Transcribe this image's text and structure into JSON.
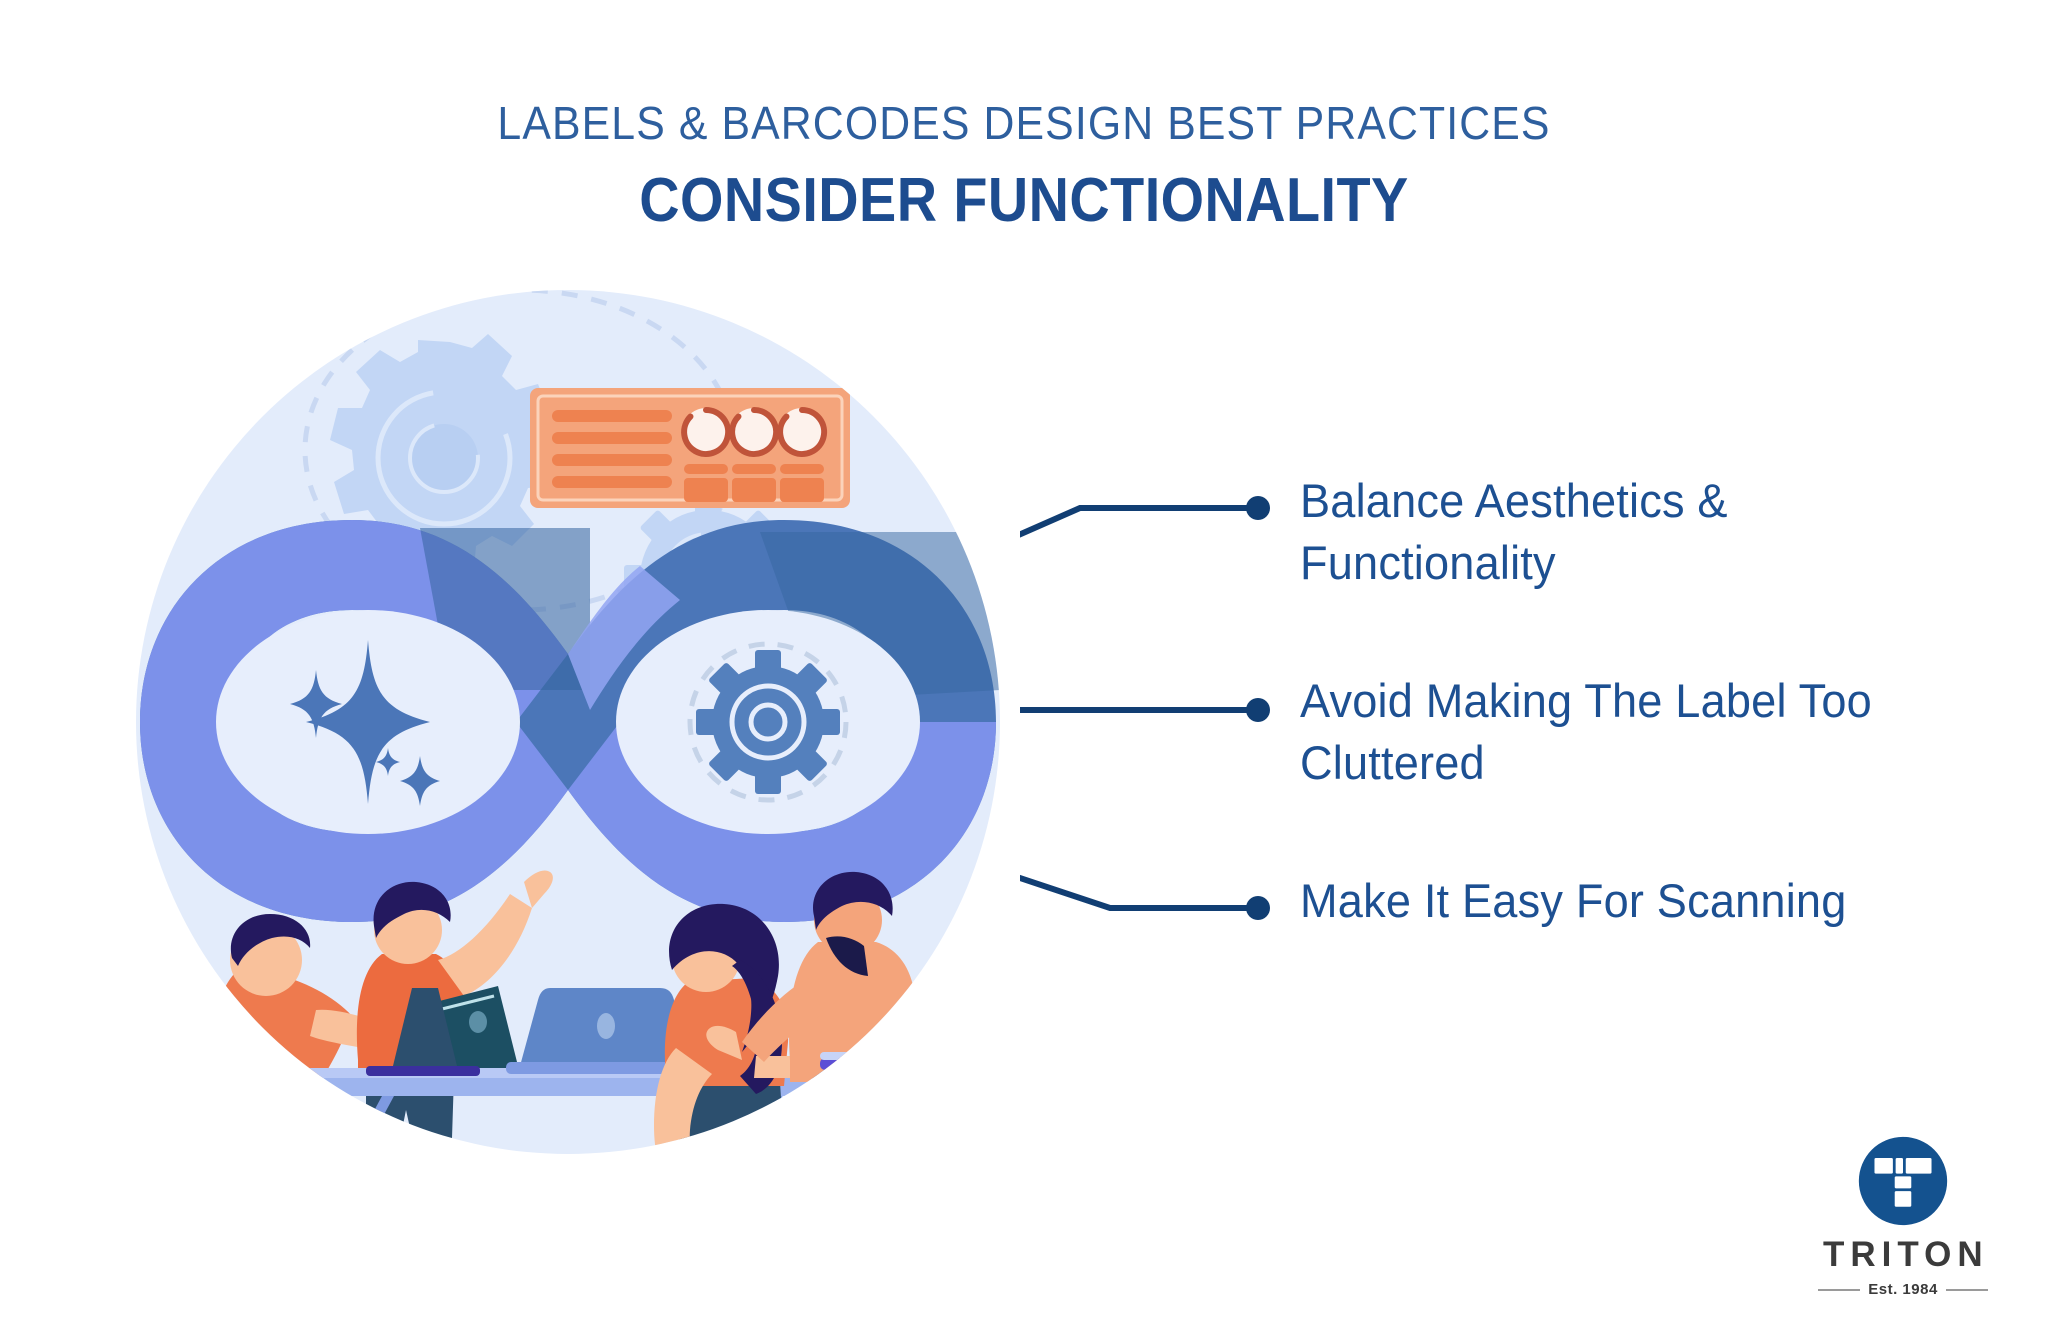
{
  "header": {
    "eyebrow": "LABELS & BARCODES DESIGN BEST PRACTICES",
    "headline": "CONSIDER FUNCTIONALITY"
  },
  "bullets": [
    {
      "id": "balance-aesthetics-functionality",
      "text": "Balance Aesthetics & Functionality"
    },
    {
      "id": "avoid-cluttered-label",
      "text": "Avoid Making The Label Too Cluttered"
    },
    {
      "id": "easy-for-scanning",
      "text": "Make It Easy For Scanning"
    }
  ],
  "logo": {
    "wordmark": "TRITON",
    "established": "Est. 1984",
    "mark_name": "triton-t-monogram"
  },
  "illustration": {
    "name": "team-collaboration-infinity-loop-illustration",
    "elements": [
      "background-circle",
      "large-gear",
      "small-gear",
      "dashed-orbit",
      "orange-dashboard-panel",
      "infinity-loop",
      "sparkle-stars",
      "blue-gear",
      "desk",
      "laptop-left",
      "laptop-right",
      "person-seated-left",
      "person-standing-orange-shirt",
      "person-seated-woman",
      "person-standing-right"
    ]
  },
  "colors": {
    "brand_blue": "#1d4c8f",
    "text_blue": "#1d5092",
    "eyebrow_blue": "#2e5f9e",
    "connector_blue": "#113e73",
    "loop_blue": "#4b76b8",
    "loop_periwinkle": "#7e92ec",
    "loop_light": "#e7eefc",
    "panel_orange": "#f08a5d",
    "accent_orange": "#ec6b3f",
    "bg_circle": "#dfe9fa",
    "logo_gray": "#3b3b3b",
    "page_bg": "#ffffff"
  }
}
